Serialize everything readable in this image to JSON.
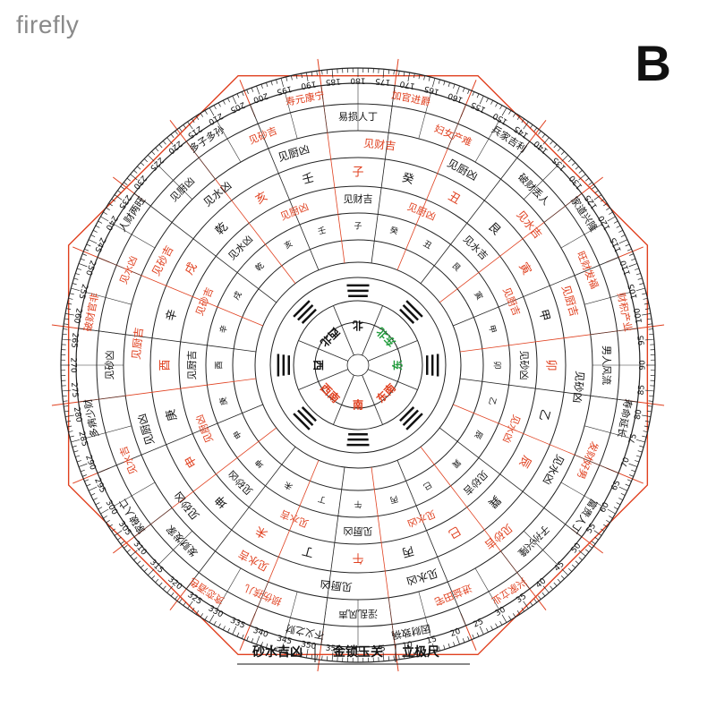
{
  "header": {
    "watermark": "firefly",
    "variant_letter": "B"
  },
  "colors": {
    "ink": "#111111",
    "red": "#e0401f",
    "green": "#1f9b3a",
    "blue": "#2a63c8",
    "background": "#ffffff"
  },
  "compass": {
    "center_directions": [
      "南",
      "西南",
      "西",
      "西北",
      "北",
      "东北",
      "东",
      "东南"
    ],
    "direction_colors": [
      "red",
      "red",
      "black",
      "black",
      "black",
      "green",
      "green",
      "red"
    ],
    "mountains_24": [
      "午",
      "丁",
      "未",
      "坤",
      "申",
      "庚",
      "酉",
      "辛",
      "戌",
      "乾",
      "亥",
      "壬",
      "子",
      "癸",
      "丑",
      "艮",
      "寅",
      "甲",
      "卯",
      "乙",
      "辰",
      "巽",
      "巳",
      "丙"
    ],
    "ring_fortune": [
      "见财吉",
      "见厨凶",
      "见水吉",
      "见厨吉",
      "见砂凶",
      "见水凶",
      "见砂吉",
      "见水凶",
      "见厨凶",
      "见水吉",
      "见砂凶",
      "见厨凶",
      "见厨吉",
      "见砂吉",
      "见水凶",
      "见厨凶"
    ],
    "ring_outer_a": [
      "加官进爵",
      "兵家吉利",
      "家道兴隆",
      "财积产业",
      "寿命延长",
      "富贵人丁",
      "兴家立业",
      "因财致祸",
      "不义之财",
      "贪恋酒色",
      "家破人亡",
      "多病少财",
      "破财官非",
      "人财两旺",
      "多子多孙",
      "寿元康宁"
    ],
    "ring_outer_b": [
      "易损人丁",
      "妇女产难",
      "破财丢人",
      "旺财发福",
      "男人风流",
      "发财好男",
      "子孙兴隆",
      "进益田宅",
      "淫乱风声",
      "损伤孩儿",
      "发财发家",
      "见水吉",
      "见砂凶",
      "见水凶",
      "见厨凶",
      "见砂吉"
    ],
    "degree_labels": [
      "0",
      "5",
      "10",
      "15",
      "20",
      "25",
      "30",
      "35",
      "40",
      "45",
      "50",
      "55",
      "60",
      "65",
      "70",
      "75",
      "80",
      "85",
      "90",
      "95",
      "100",
      "105",
      "110",
      "115",
      "120",
      "125",
      "130",
      "135",
      "140",
      "145",
      "150",
      "155",
      "160",
      "165",
      "170",
      "175",
      "180",
      "185",
      "190",
      "195",
      "200",
      "205",
      "210",
      "215",
      "220",
      "225",
      "230",
      "235",
      "240",
      "245",
      "250",
      "255",
      "260",
      "265",
      "270",
      "275",
      "280",
      "285",
      "290",
      "295",
      "300",
      "305",
      "310",
      "315",
      "320",
      "325",
      "330",
      "335",
      "340",
      "345",
      "350",
      "355"
    ]
  },
  "footer": {
    "labels": [
      "砂水吉凶",
      "金锁玉关",
      "立极尺"
    ]
  }
}
